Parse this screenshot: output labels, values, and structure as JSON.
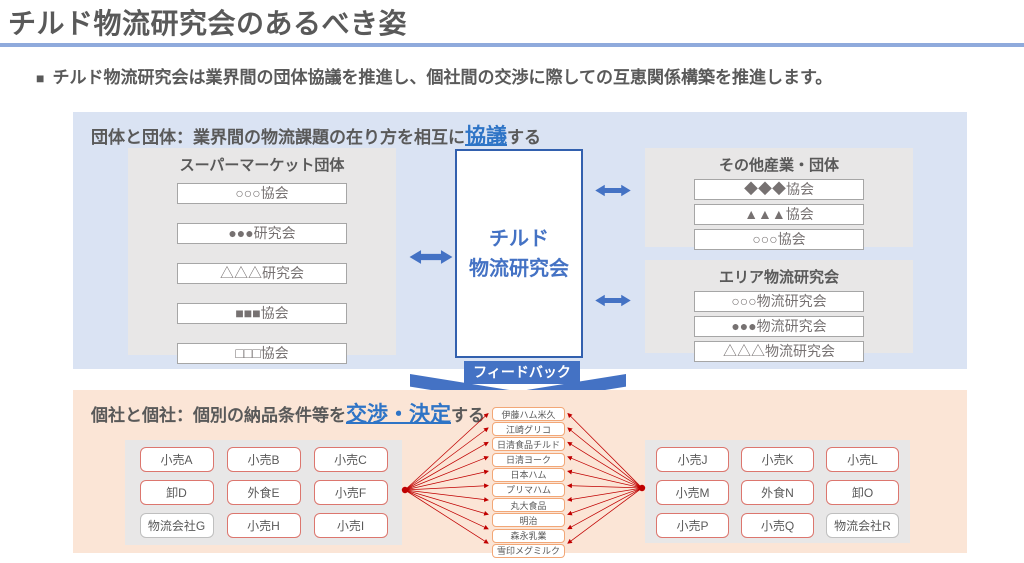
{
  "page": {
    "title": "チルド物流研究会のあるべき姿",
    "bullet_marker": "■",
    "bullet": "チルド物流研究会は業界間の団体協議を推進し、個社間の交渉に際しての互恵関係構築を推進します。"
  },
  "colors": {
    "accent_blue": "#4472C4",
    "keyword_blue": "#2E74C6",
    "panel_blue_bg": "#DAE3F3",
    "panel_peach_bg": "#FBE5D6",
    "group_gray_bg": "#E8E7E7",
    "text_gray": "#595959",
    "red_line": "#C00000",
    "maker_border_orange": "#F2A777",
    "company_border_red": "#DC766E",
    "logistics_border_gray": "#BFBFBF"
  },
  "top_section": {
    "heading_prefix": "団体と団体：業界間の物流課題の在り方を相互に",
    "heading_keyword": "協議",
    "heading_suffix": "する",
    "supermarket_group": {
      "title": "スーパーマーケット団体",
      "items": [
        "○○○協会",
        "●●●研究会",
        "△△△研究会",
        "■■■協会",
        "□□□協会"
      ]
    },
    "center_box": {
      "line1": "チルド",
      "line2": "物流研究会"
    },
    "other_industry_group": {
      "title": "その他産業・団体",
      "items": [
        "◆◆◆協会",
        "▲▲▲協会",
        "○○○協会"
      ]
    },
    "area_group": {
      "title": "エリア物流研究会",
      "items": [
        "○○○物流研究会",
        "●●●物流研究会",
        "△△△物流研究会"
      ]
    }
  },
  "feedback": {
    "label": "フィードバック"
  },
  "bottom_section": {
    "heading_prefix": "個社と個社：個別の納品条件等を",
    "heading_keyword": "交渉・決定",
    "heading_suffix": "する",
    "makers": [
      "伊藤ハム米久",
      "江崎グリコ",
      "日清食品チルド",
      "日清ヨーク",
      "日本ハム",
      "プリマハム",
      "丸大食品",
      "明治",
      "森永乳業",
      "雪印メグミルク"
    ],
    "left_companies": [
      {
        "label": "小売A"
      },
      {
        "label": "小売B"
      },
      {
        "label": "小売C"
      },
      {
        "label": "卸D"
      },
      {
        "label": "外食E"
      },
      {
        "label": "小売F"
      },
      {
        "label": "物流会社G",
        "variant": "logistics"
      },
      {
        "label": "小売H"
      },
      {
        "label": "小売I"
      }
    ],
    "right_companies": [
      {
        "label": "小売J"
      },
      {
        "label": "小売K"
      },
      {
        "label": "小売L"
      },
      {
        "label": "小売M"
      },
      {
        "label": "外食N"
      },
      {
        "label": "卸O"
      },
      {
        "label": "小売P"
      },
      {
        "label": "小売Q"
      },
      {
        "label": "物流会社R",
        "variant": "logistics"
      }
    ]
  }
}
